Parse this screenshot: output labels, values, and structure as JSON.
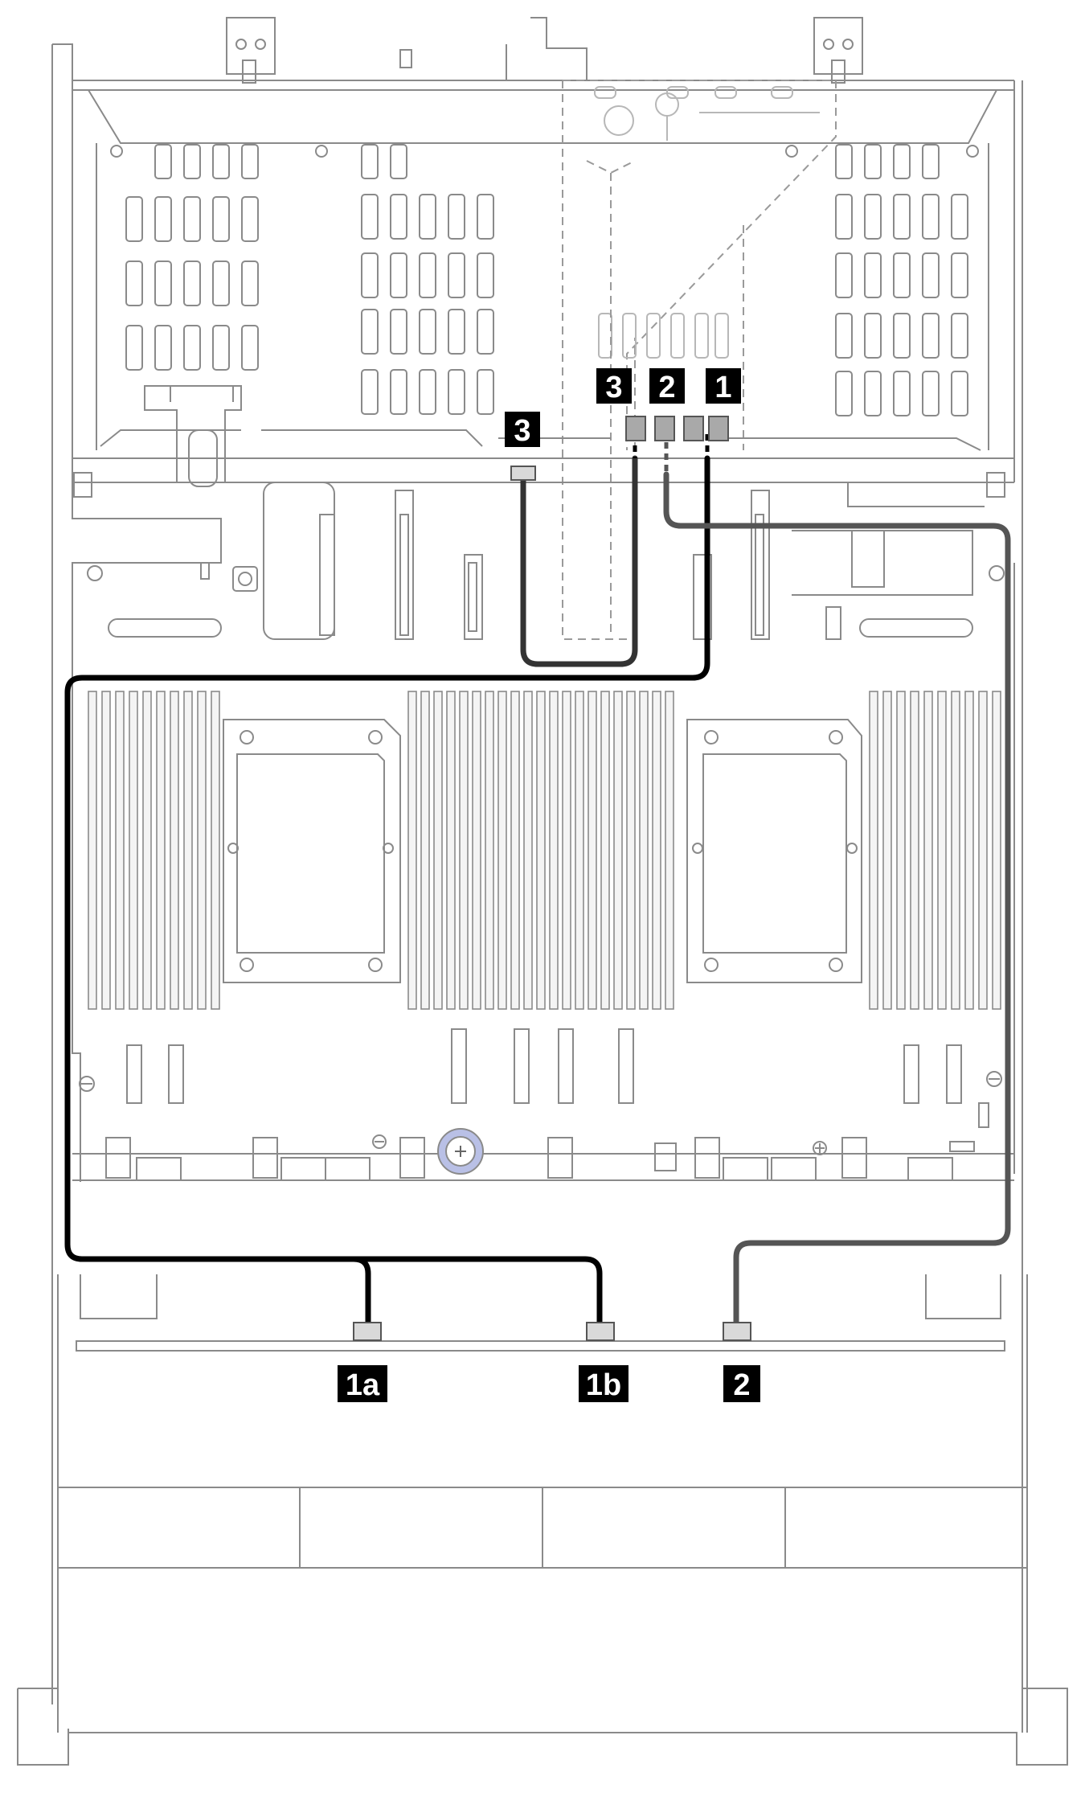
{
  "callouts": {
    "riser_3": "3",
    "riser_2": "2",
    "riser_1": "1",
    "board_3": "3",
    "backplane_1a": "1a",
    "backplane_1b": "1b",
    "backplane_2": "2"
  },
  "colors": {
    "cable_1": "#000000",
    "cable_2": "#555555",
    "cable_3": "#333333",
    "outline": "#8a8a8a",
    "callout_bg": "#000000",
    "callout_fg": "#ffffff",
    "fan_hub": "#b9c0e6"
  },
  "icons": [
    "screw-icon",
    "fan-hub-icon"
  ]
}
